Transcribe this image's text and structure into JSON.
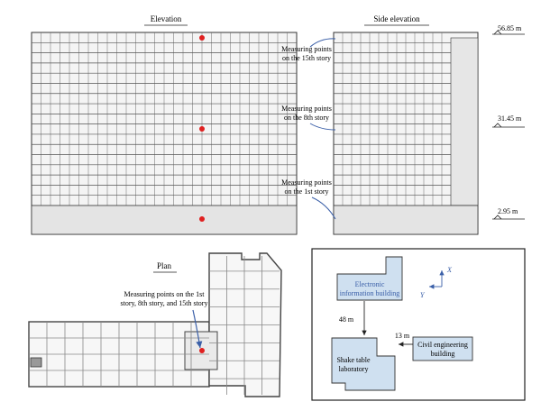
{
  "elevation": {
    "title": "Elevation"
  },
  "side_elevation": {
    "title": "Side elevation",
    "heights": [
      "56.85 m",
      "31.45 m",
      "2.95 m"
    ],
    "measuring_labels": [
      [
        "Measuring points",
        "on the 15th story"
      ],
      [
        "Measuring points",
        "on the 8th story"
      ],
      [
        "Measuring points",
        "on the 1st story"
      ]
    ]
  },
  "plan": {
    "title": "Plan",
    "label_lines": [
      "Measuring points on the 1st",
      "story, 8th story, and 15th story"
    ]
  },
  "site": {
    "electronic_lines": [
      "Electronic",
      "information building"
    ],
    "shake_lines": [
      "Shake table",
      "laboratory"
    ],
    "civil_lines": [
      "Civil engineering",
      "building"
    ],
    "distance_vertical": "48 m",
    "distance_horizontal": "13 m",
    "axis_x": "X",
    "axis_y": "Y"
  },
  "colors": {
    "marker": "#e02020",
    "arrow_blue": "#3a5fa8",
    "building_fill": "#cfe0f0",
    "line": "#333333"
  }
}
